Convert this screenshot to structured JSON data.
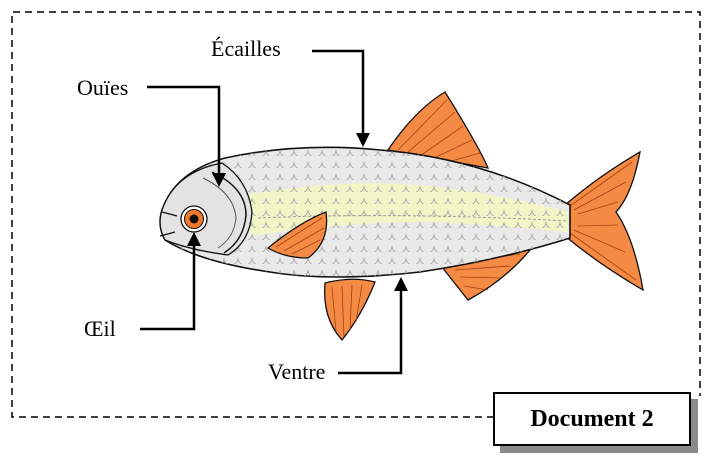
{
  "labels": {
    "ecailles": "Écailles",
    "ouies": "Ouïes",
    "oeil": "Œil",
    "ventre": "Ventre"
  },
  "document_title": "Document 2",
  "colors": {
    "fin": "#F58A45",
    "fin_ray": "#A3410F",
    "body": "#E9E9E9",
    "lateral_band": "#F2F5C6",
    "eye_iris": "#F07A2A",
    "outline": "#111111"
  }
}
